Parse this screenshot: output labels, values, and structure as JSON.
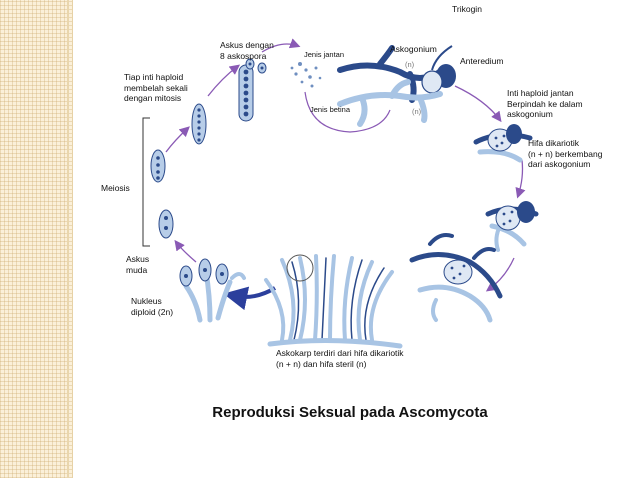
{
  "title": "Reproduksi Seksual pada Ascomycota",
  "labels": {
    "trikogin": "Trikogin",
    "askus_8": "Askus dengan\n8 askospora",
    "askogonium": "Askogonium",
    "jenis_jantan": "Jenis jantan",
    "anteredium": "Anteredium",
    "n_top": "(n)",
    "n_bottom": "(n)",
    "jenis_betina": "Jenis betina",
    "tiap_inti": "Tiap inti haploid\nmembelah sekali\ndengan mitosis",
    "inti_haploid": "Inti haploid jantan\nBerpindah ke dalam\naskogonium",
    "hifa_dikariotik": "Hifa dikariotik\n(n + n) berkembang\ndari askogonium",
    "meiosis": "Meiosis",
    "askus_muda": "Askus\nmuda",
    "nukleus": "Nukleus\ndiploid (2n)",
    "askokarp": "Askokarp terdiri dari hifa dikariotik\n(n + n) dan hifa steril (n)"
  },
  "colors": {
    "arrow": "#8a5ab5",
    "hypha_dark": "#2b4a8a",
    "hypha_light": "#a8c4e4",
    "sidebar": "#fbf0d9"
  }
}
